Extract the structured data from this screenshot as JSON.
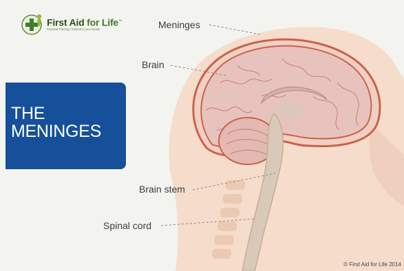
{
  "logo": {
    "name_part1": "First Aid",
    "name_part2": " for Life",
    "tm": "™",
    "tagline": "Practical Training | Tailored to your Needs"
  },
  "title": {
    "line1": "THE",
    "line2": "MENINGES"
  },
  "labels": {
    "meninges": "Meninges",
    "brain": "Brain",
    "brain_stem": "Brain stem",
    "spinal_cord": "Spinal cord"
  },
  "copyright": "First Aid for Life 2014",
  "colors": {
    "background": "#f3f3ef",
    "title_box": "#16509a",
    "skin": "#f5dcc9",
    "meninges_line": "#c7634b",
    "brain": "#e7c4bd",
    "brain_stem": "#d8c8b8"
  },
  "icons": {
    "logo": "green-cross-person-icon",
    "copyright": "copyright-icon"
  }
}
